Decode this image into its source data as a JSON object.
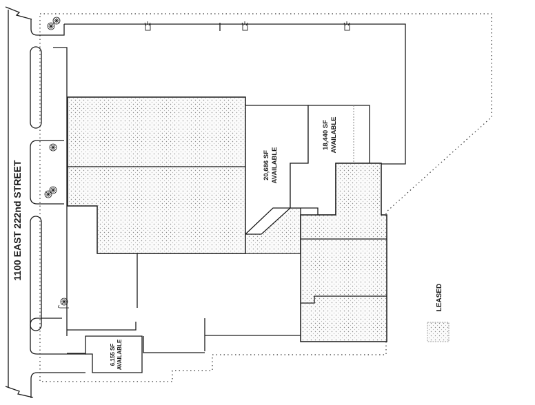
{
  "street": {
    "label": "1100 EAST 222nd STREET"
  },
  "units": [
    {
      "id": "unit-a",
      "size": "20,686 SF",
      "status": "AVAILABLE"
    },
    {
      "id": "unit-b",
      "size": "18,440 SF",
      "status": "AVAILABLE"
    },
    {
      "id": "unit-c",
      "size": "6,155 SF",
      "status": "AVAILABLE"
    }
  ],
  "legend": {
    "label": "LEASED"
  },
  "colors": {
    "line": "#1a1a1a",
    "leased_dot": "#8a8a8a",
    "background": "#ffffff"
  }
}
